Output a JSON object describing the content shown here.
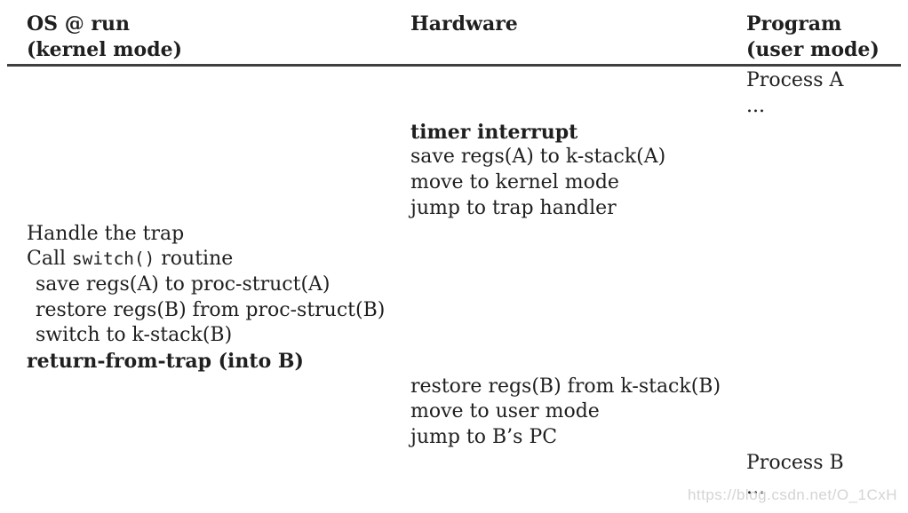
{
  "page": {
    "background": "#ffffff",
    "text_color": "#1f1f1f",
    "rule_color": "#3f3f3f"
  },
  "columns": [
    {
      "title_line1": "OS @ run",
      "title_line2": "(kernel mode)"
    },
    {
      "title_line1": "Hardware",
      "title_line2": ""
    },
    {
      "title_line1": "Program",
      "title_line2": "(user mode)"
    }
  ],
  "rows": [
    {
      "col": 3,
      "bold": false,
      "indent": false,
      "segments": [
        {
          "text": "Process A",
          "mono": false
        }
      ]
    },
    {
      "col": 3,
      "bold": false,
      "indent": false,
      "segments": [
        {
          "text": "...",
          "mono": false
        }
      ]
    },
    {
      "col": 2,
      "bold": true,
      "indent": false,
      "segments": [
        {
          "text": "timer interrupt",
          "mono": false
        }
      ]
    },
    {
      "col": 2,
      "bold": false,
      "indent": false,
      "segments": [
        {
          "text": "save regs(A) to k-stack(A)",
          "mono": false
        }
      ]
    },
    {
      "col": 2,
      "bold": false,
      "indent": false,
      "segments": [
        {
          "text": "move to kernel mode",
          "mono": false
        }
      ]
    },
    {
      "col": 2,
      "bold": false,
      "indent": false,
      "segments": [
        {
          "text": "jump to trap handler",
          "mono": false
        }
      ]
    },
    {
      "col": 1,
      "bold": false,
      "indent": false,
      "segments": [
        {
          "text": "Handle the trap",
          "mono": false
        }
      ]
    },
    {
      "col": 1,
      "bold": false,
      "indent": false,
      "segments": [
        {
          "text": "Call ",
          "mono": false
        },
        {
          "text": "switch()",
          "mono": true
        },
        {
          "text": " routine",
          "mono": false
        }
      ]
    },
    {
      "col": 1,
      "bold": false,
      "indent": true,
      "segments": [
        {
          "text": "save regs(A) to proc-struct(A)",
          "mono": false
        }
      ]
    },
    {
      "col": 1,
      "bold": false,
      "indent": true,
      "segments": [
        {
          "text": "restore regs(B) from proc-struct(B)",
          "mono": false
        }
      ]
    },
    {
      "col": 1,
      "bold": false,
      "indent": true,
      "segments": [
        {
          "text": "switch to k-stack(B)",
          "mono": false
        }
      ]
    },
    {
      "col": 1,
      "bold": true,
      "indent": false,
      "segments": [
        {
          "text": "return-from-trap (into B)",
          "mono": false
        }
      ]
    },
    {
      "col": 2,
      "bold": false,
      "indent": false,
      "segments": [
        {
          "text": "restore regs(B) from k-stack(B)",
          "mono": false
        }
      ]
    },
    {
      "col": 2,
      "bold": false,
      "indent": false,
      "segments": [
        {
          "text": "move to user mode",
          "mono": false
        }
      ]
    },
    {
      "col": 2,
      "bold": false,
      "indent": false,
      "segments": [
        {
          "text": "jump to B’s PC",
          "mono": false
        }
      ]
    },
    {
      "col": 3,
      "bold": false,
      "indent": false,
      "segments": [
        {
          "text": "Process B",
          "mono": false
        }
      ]
    },
    {
      "col": 3,
      "bold": false,
      "indent": false,
      "segments": [
        {
          "text": "...",
          "mono": false
        }
      ]
    }
  ],
  "watermark": {
    "text": "https://blog.csdn.net/O_1CxH",
    "color": "#d4d4d4"
  }
}
